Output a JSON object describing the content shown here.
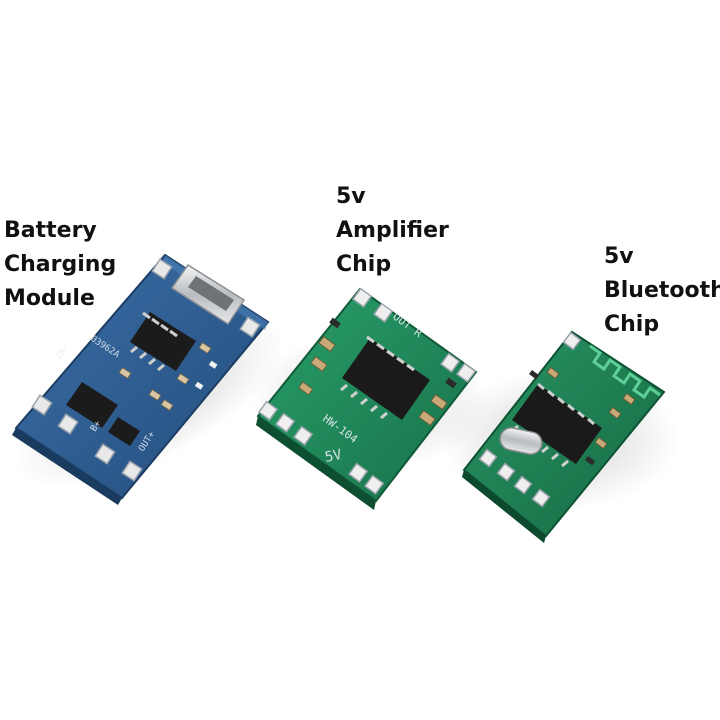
{
  "labels": {
    "battery": [
      "Battery",
      "Charging",
      "Module"
    ],
    "amplifier": [
      "5v",
      "Amplifier",
      "Chip"
    ],
    "bluetooth": [
      "5v",
      "Bluetooth",
      "Chip"
    ]
  },
  "colors": {
    "background": "#ffffff",
    "battery_board": "#2f5f93",
    "amplifier_board": "#1e8a5a",
    "bluetooth_board": "#1f7d52",
    "chip": "#1a1a1a"
  }
}
